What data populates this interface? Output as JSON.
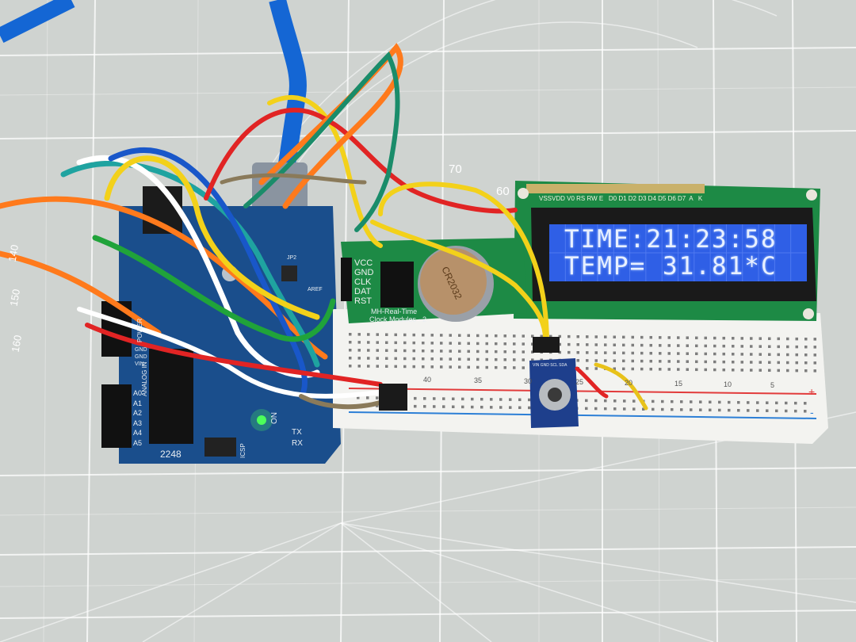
{
  "lcd": {
    "pins_label": "VSSVDD V0 RS RW E   D0 D1 D2 D3 D4 D5 D6 D7  A   K",
    "line1": "TIME:21:23:58",
    "line2": "TEMP= 31.81*C"
  },
  "rtc": {
    "pins": [
      "VCC",
      "GND",
      "CLK",
      "DAT",
      "RST"
    ],
    "caption_1": "MH-Real-Time",
    "caption_2": "Clock Modules - 2",
    "battery_text": "CR2032"
  },
  "arduino": {
    "power_header": "POWER",
    "analog_header": "ANALOG IN",
    "power_pins": [
      "GND",
      "GND",
      "VIN"
    ],
    "analog_pins": [
      "A0",
      "A1",
      "A2",
      "A3",
      "A4",
      "A5"
    ],
    "chip_number": "2248",
    "on_label": "ON",
    "tx_label": "TX",
    "rx_label": "RX",
    "icsp_label": "ICSP",
    "aref_label": "AREF",
    "jp_label": "JP2"
  },
  "sensor": {
    "pin_labels": "VIN GND SCL SDA"
  },
  "breadboard": {
    "column_numbers": [
      "40",
      "35",
      "30",
      "25",
      "20",
      "15",
      "10",
      "5"
    ],
    "plus_sign": "+",
    "minus_sign": "-"
  },
  "mat": {
    "ruler_numbers": [
      "140",
      "150",
      "160"
    ],
    "angle_numbers": [
      "70",
      "60"
    ]
  },
  "colors": {
    "mat": "#cfd3d0",
    "lcd_screen": "#2f5fe6",
    "pcb_green": "#1d8a45",
    "arduino_blue": "#1a4e8c"
  }
}
